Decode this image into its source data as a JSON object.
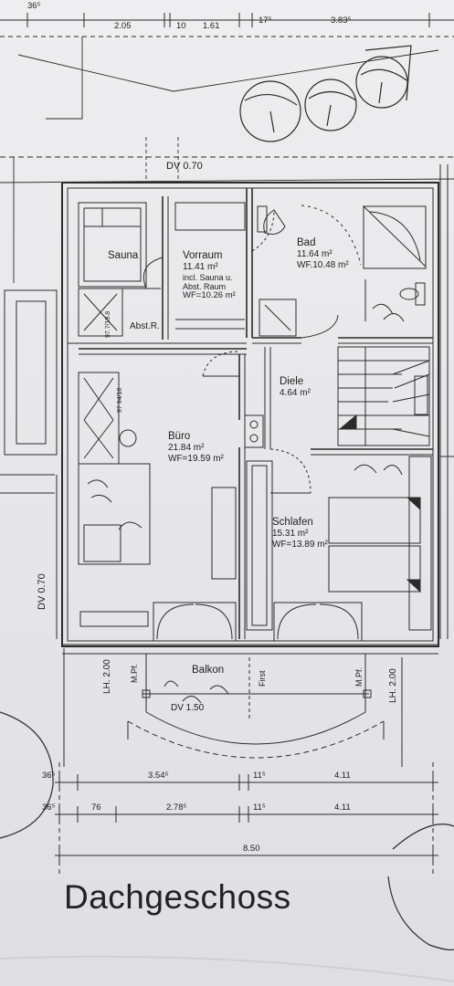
{
  "title": "Dachgeschoss",
  "rooms": {
    "sauna": {
      "name": "Sauna"
    },
    "vorraum": {
      "name": "Vorraum",
      "area": "11.41 m²",
      "note1": "incl. Sauna u.",
      "note2": "Abst. Raum",
      "wf": "WF=10.26 m²"
    },
    "abstellraum": {
      "name": "Abst.R."
    },
    "bad": {
      "name": "Bad",
      "area": "11.64 m²",
      "wf": "WF.10.48 m²"
    },
    "diele": {
      "name": "Diele",
      "area": "4.64 m²"
    },
    "buero": {
      "name": "Büro",
      "area": "21.84 m²",
      "wf": "WF=19.59 m²"
    },
    "schlafen": {
      "name": "Schlafen",
      "area": "15.31 m²",
      "wf": "WF=13.89 m²"
    },
    "balkon": {
      "name": "Balkon"
    }
  },
  "annotations": {
    "dv_top": "DV 0.70",
    "dv_left": "DV 0.70",
    "dv_balkon": "DV 1.50",
    "lh_left": "LH. 2.00",
    "lh_right": "LH. 2.00",
    "mpi_left": "M.Pf.",
    "mpi_right": "M.Pf.",
    "first": "First",
    "chimney_upper": "97.7/19.8",
    "chimney_lower": "97 94/18"
  },
  "dimensions": {
    "top": [
      "36⁵",
      "2.05",
      "10",
      "1.61",
      "17⁵",
      "3.83⁵"
    ],
    "row1": [
      "36⁵",
      "3.54⁵",
      "11⁵",
      "4.11"
    ],
    "row2": [
      "36⁵",
      "76",
      "2.78⁵",
      "11⁵",
      "4.11"
    ],
    "total": "8.50"
  }
}
